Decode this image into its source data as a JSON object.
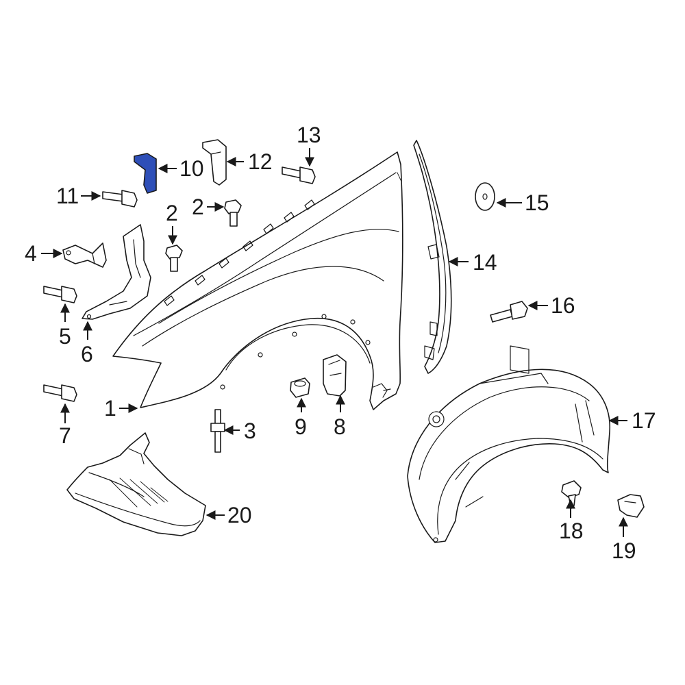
{
  "diagram": {
    "highlight_color": "#2e4fb8",
    "line_color": "#1a1a1a",
    "background_color": "#ffffff",
    "highlighted_part": "10",
    "callouts": [
      "1",
      "2",
      "2",
      "3",
      "4",
      "5",
      "6",
      "7",
      "8",
      "9",
      "10",
      "11",
      "12",
      "13",
      "14",
      "15",
      "16",
      "17",
      "18",
      "19",
      "20"
    ]
  }
}
